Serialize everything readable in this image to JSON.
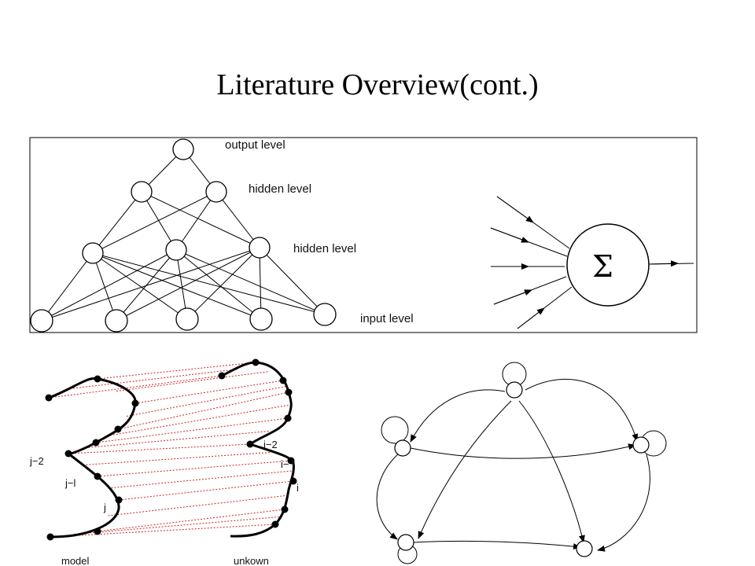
{
  "title": "Literature Overview(cont.)",
  "neural_net": {
    "levels": [
      "output level",
      "hidden level",
      "hidden level",
      "input level"
    ]
  },
  "perceptron": {
    "symbol": "Σ"
  },
  "curve_match": {
    "model_label": "model",
    "unknown_label": "unkown",
    "left_labels": [
      "j−2",
      "j−l",
      "j"
    ],
    "right_labels": [
      "i−2",
      "i− l",
      "i"
    ],
    "match_color": "#cc2222"
  }
}
